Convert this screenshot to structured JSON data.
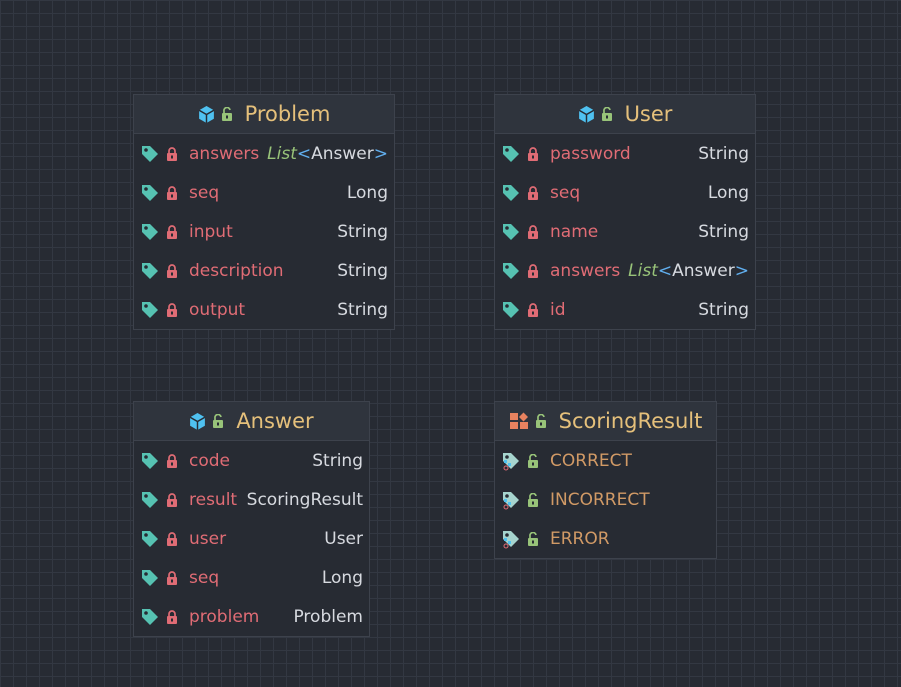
{
  "entities": {
    "problem": {
      "title": "Problem",
      "fields": [
        {
          "name": "answers",
          "type_generic": "List",
          "type_open": "<",
          "type_arg": "Answer",
          "type_close": ">"
        },
        {
          "name": "seq",
          "type": "Long"
        },
        {
          "name": "input",
          "type": "String"
        },
        {
          "name": "description",
          "type": "String"
        },
        {
          "name": "output",
          "type": "String"
        }
      ]
    },
    "user": {
      "title": "User",
      "fields": [
        {
          "name": "password",
          "type": "String"
        },
        {
          "name": "seq",
          "type": "Long"
        },
        {
          "name": "name",
          "type": "String"
        },
        {
          "name": "answers",
          "type_generic": "List",
          "type_open": "<",
          "type_arg": "Answer",
          "type_close": ">"
        },
        {
          "name": "id",
          "type": "String"
        }
      ]
    },
    "answer": {
      "title": "Answer",
      "fields": [
        {
          "name": "code",
          "type": "String"
        },
        {
          "name": "result",
          "type": "ScoringResult"
        },
        {
          "name": "user",
          "type": "User"
        },
        {
          "name": "seq",
          "type": "Long"
        },
        {
          "name": "problem",
          "type": "Problem"
        }
      ]
    },
    "scoring_result": {
      "title": "ScoringResult",
      "values": [
        "CORRECT",
        "INCORRECT",
        "ERROR"
      ]
    }
  },
  "icons": {
    "class": "class-cube-icon",
    "enum": "enum-icon",
    "field": "field-tag-icon",
    "enum_constant": "enum-constant-icon",
    "private": "private-lock-icon",
    "public": "public-unlock-icon"
  },
  "colors": {
    "background": "#272b33",
    "grid": "#333842",
    "header": "#2f343d",
    "title": "#e5c07b",
    "field_name": "#e06c75",
    "type": "#d7dae0",
    "generic": "#98c379",
    "angle_bracket": "#61afef",
    "enum_value": "#d19a66",
    "class_icon": "#4fc1f0",
    "tag_icon": "#56c2b2",
    "lock_private": "#e06c75",
    "lock_public": "#98c379"
  }
}
